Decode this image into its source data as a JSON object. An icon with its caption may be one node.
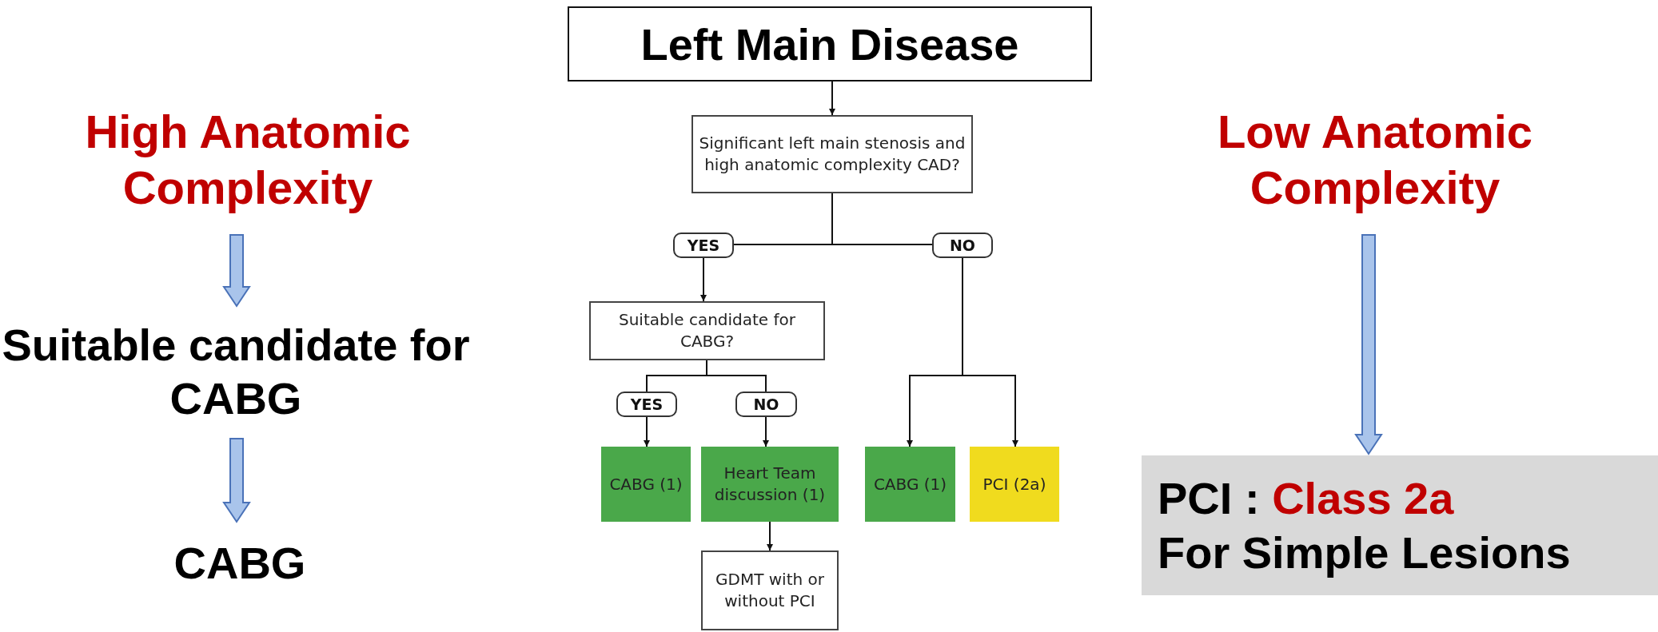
{
  "diagram": {
    "nodes": [
      {
        "text": [
          "High Anatomic Complexity"
        ]
      },
      {
        "text": [
          "Suitable candidate for CABG"
        ]
      },
      {
        "text": [
          "CABG"
        ]
      },
      {
        "text": [
          "Left Main Disease"
        ]
      },
      {
        "text": [
          "Significant left main stenosis and high anatomic complexity CAD?"
        ]
      },
      {
        "text": [
          "YES"
        ]
      },
      {
        "text": [
          "NO"
        ]
      },
      {
        "text": [
          "Suitable candidate for CABG?"
        ]
      },
      {
        "text": [
          "YES"
        ]
      },
      {
        "text": [
          "NO"
        ]
      },
      {
        "text": [
          "CABG (1)"
        ]
      },
      {
        "text": [
          "Heart Team discussion (1)"
        ]
      },
      {
        "text": [
          "GDMT with or without PCI"
        ]
      },
      {
        "text": [
          "CABG (1)"
        ]
      },
      {
        "text": [
          "PCI (2a)"
        ]
      },
      {
        "text": [
          "Low Anatomic Complexity"
        ]
      },
      {
        "text": [
          "PCI : *Class 2a*",
          "For Simple Lesions"
        ]
      }
    ],
    "edges": [
      {
        "from": 0,
        "to": 1,
        "arrow": "to",
        "style": "thick",
        "color": "#a9c4eb"
      },
      {
        "from": 1,
        "to": 2,
        "arrow": "to",
        "style": "thick",
        "color": "#a9c4eb"
      },
      {
        "from": 3,
        "to": 4,
        "arrow": "to"
      },
      {
        "from": 4,
        "to": 5,
        "arrow": "none"
      },
      {
        "from": 4,
        "to": 6,
        "arrow": "none"
      },
      {
        "from": 5,
        "to": 7,
        "arrow": "to"
      },
      {
        "from": 7,
        "to": 8,
        "arrow": "none"
      },
      {
        "from": 7,
        "to": 9,
        "arrow": "none"
      },
      {
        "from": 8,
        "to": 10,
        "arrow": "to"
      },
      {
        "from": 9,
        "to": 11,
        "arrow": "to"
      },
      {
        "from": 11,
        "to": 12,
        "arrow": "to"
      },
      {
        "from": 6,
        "to": 13,
        "arrow": "to"
      },
      {
        "from": 6,
        "to": 14,
        "arrow": "to"
      },
      {
        "from": 15,
        "to": 16,
        "arrow": "to",
        "style": "thick",
        "color": "#a9c4eb"
      }
    ]
  }
}
